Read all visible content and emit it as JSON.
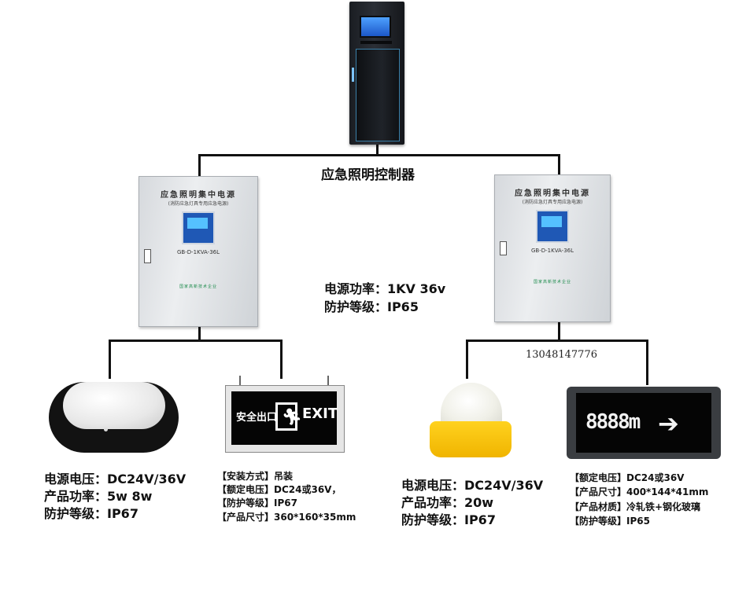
{
  "controller": {
    "label": "应急照明控制器"
  },
  "power_box": {
    "title": "应急照明集中电源",
    "subtitle": "(消防应急灯具专用应急电源)",
    "model": "GB-D-1KVA-36L",
    "footer": "国家高新技术企业"
  },
  "power_spec": {
    "line1": "电源功率：1KV 36v",
    "line2": "防护等级：IP65"
  },
  "phone": "13048147776",
  "products": [
    {
      "name": "bulkhead-light",
      "specs": [
        "电源电压：DC24V/36V",
        "产品功率：5w 8w",
        "防护等级：IP67"
      ]
    },
    {
      "name": "exit-sign",
      "sign_text_cn": "安全出口",
      "sign_text_en": "EXIT",
      "specs": [
        "【安装方式】吊装",
        "【额定电压】DC24或36V，",
        "【防护等级】IP67",
        "【产品尺寸】360*160*35mm"
      ]
    },
    {
      "name": "explosion-proof-light",
      "specs": [
        "电源电压：DC24V/36V",
        "产品功率：20w",
        "防护等级：IP67"
      ]
    },
    {
      "name": "led-direction-sign",
      "sign_digits": "8888m",
      "specs": [
        "【额定电压】DC24或36V",
        "【产品尺寸】400*144*41mm",
        "【产品材质】冷轧铁+钢化玻璃",
        "【防护等级】IP65"
      ]
    }
  ],
  "colors": {
    "line": "#111111",
    "lens_yellow": "#f0b400",
    "panel_blue": "#1f58b5"
  },
  "icons": [
    "running-man-icon",
    "right-arrow-icon"
  ]
}
